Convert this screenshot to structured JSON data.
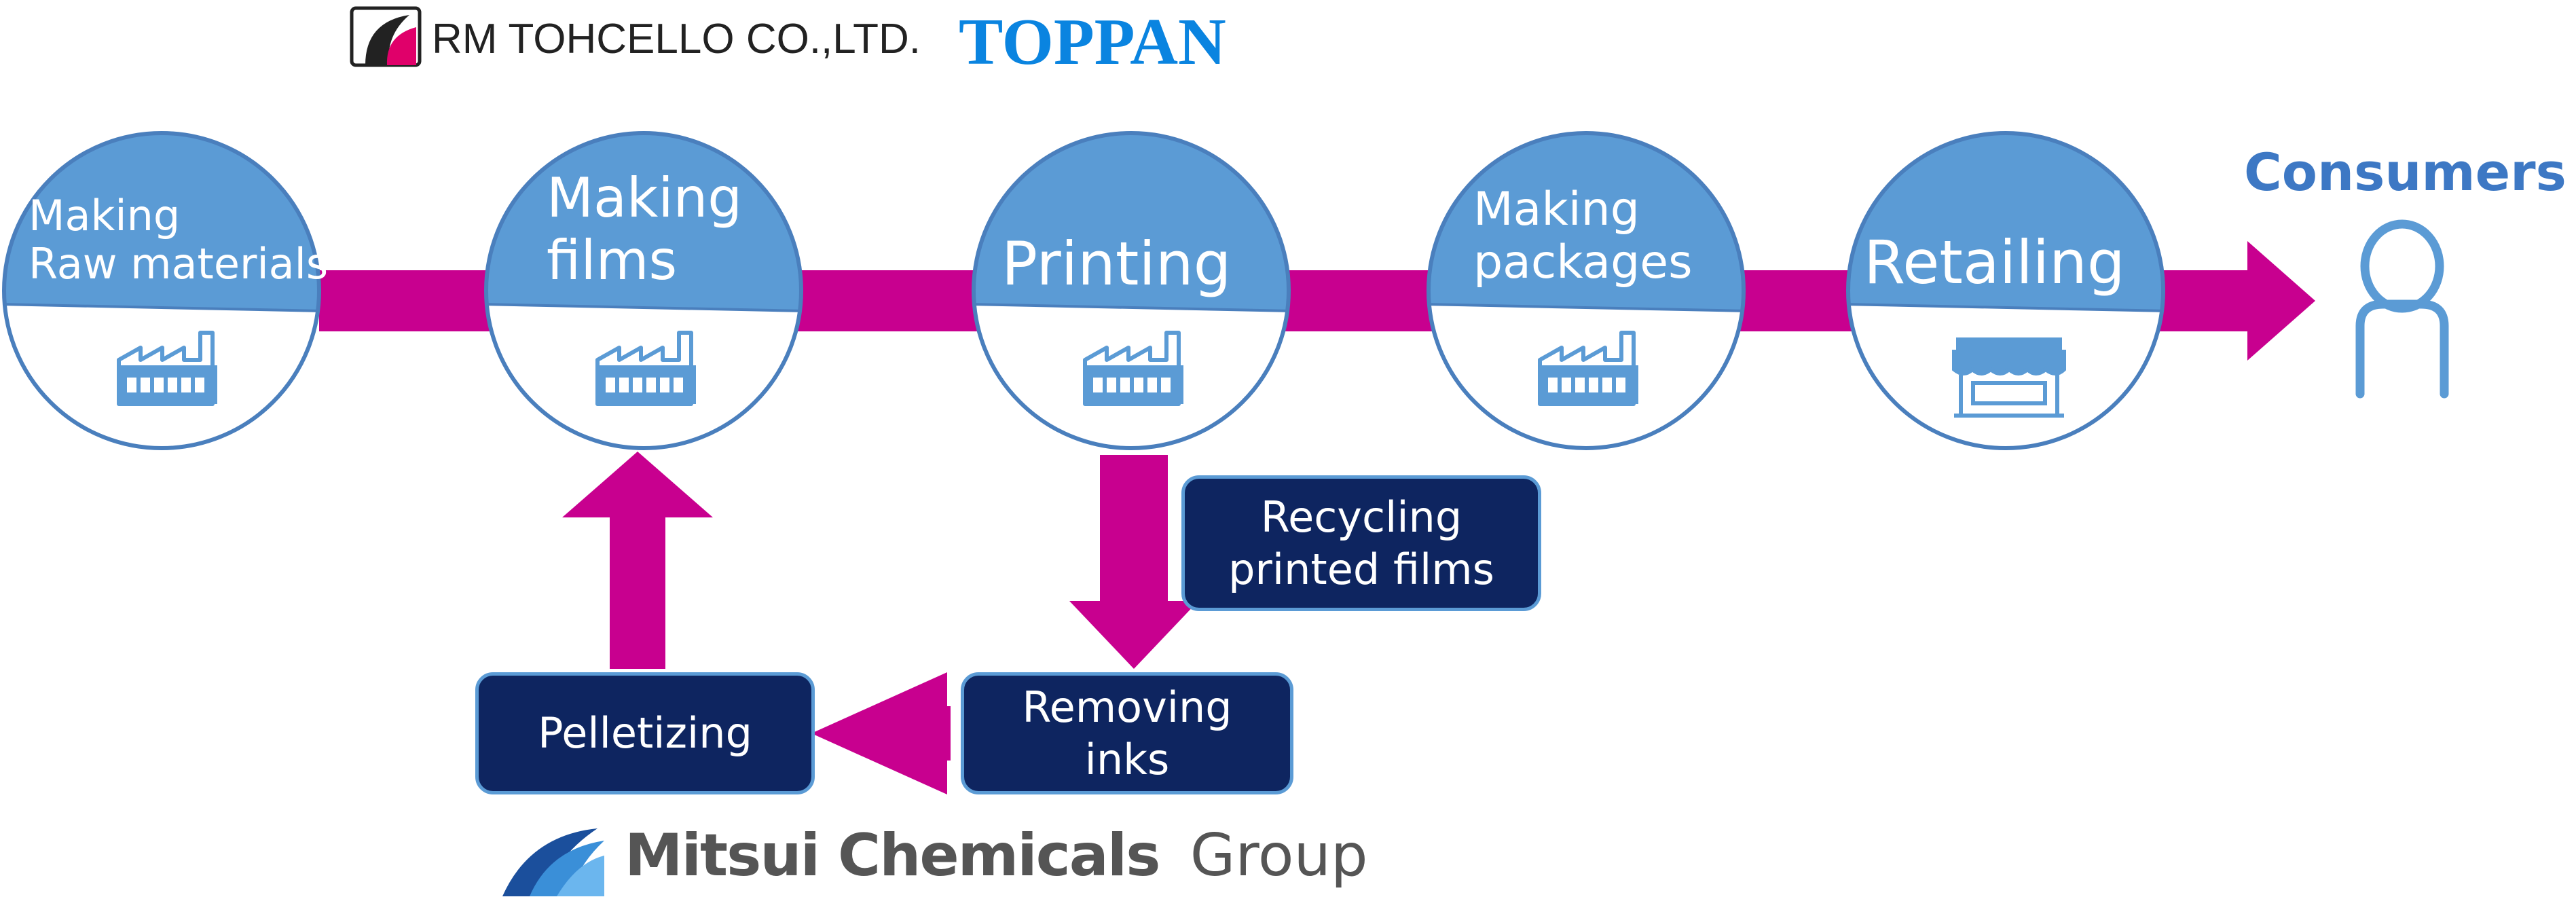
{
  "logos": {
    "rm_tohcello": "RM TOHCELLO CO.,LTD.",
    "toppan": "TOPPAN",
    "mitsui_brand": "Mitsui Chemicals",
    "mitsui_suffix": "Group"
  },
  "stages": [
    {
      "line1": "Making",
      "line2": "Raw materials",
      "icon": "factory-icon"
    },
    {
      "line1": "Making",
      "line2": "films",
      "icon": "factory-icon"
    },
    {
      "line1": "Printing",
      "line2": "",
      "icon": "factory-icon"
    },
    {
      "line1": "Making",
      "line2": "packages",
      "icon": "factory-icon"
    },
    {
      "line1": "Retailing",
      "line2": "",
      "icon": "storefront-icon"
    }
  ],
  "consumers": {
    "label": "Consumers",
    "icon": "person-icon"
  },
  "recycling": {
    "recycling_printed_films": {
      "line1": "Recycling",
      "line2": "printed films"
    },
    "removing_inks": {
      "line1": "Removing",
      "line2": "inks"
    },
    "pelletizing": {
      "line1": "Pelletizing"
    }
  },
  "colors": {
    "circle_fill": "#5b9bd5",
    "circle_stroke": "#4a7fbd",
    "arrow": "#c8008f",
    "box_fill": "#0e2560",
    "toppan_blue": "#0a84e0",
    "mitsui_gray": "#555555"
  }
}
